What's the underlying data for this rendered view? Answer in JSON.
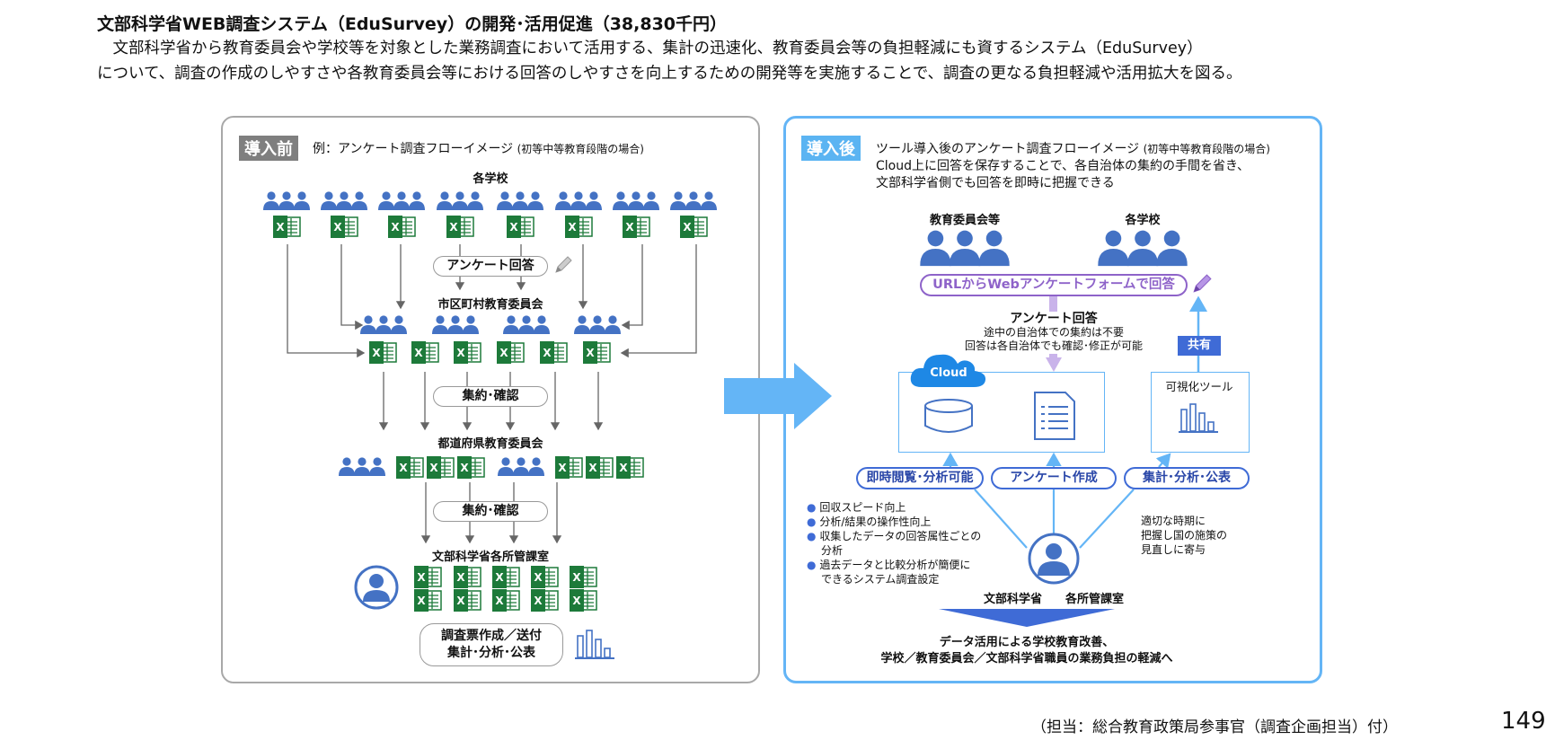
{
  "title": "文部科学省WEB調査システム（EduSurvey）の開発･活用促進（38,830千円）",
  "intro": {
    "line1": "　文部科学省から教育委員会や学校等を対象とした業務調査において活用する、集計の迅速化、教育委員会等の負担軽減にも資するシステム（EduSurvey）",
    "line2": "について、調査の作成のしやすさや各教育委員会等における回答のしやすさを向上するための開発等を実施することで、調査の更なる負担軽減や活用拡大を図る。"
  },
  "colors": {
    "person_blue": "#4472c4",
    "excel_green": "#1d7a3a",
    "before_badge": "#7f7f7f",
    "after_badge": "#5bb4f2",
    "arrow_blue": "#64b5f6",
    "pill_blue": "#3f6bd6",
    "purple": "#8e63c9"
  },
  "before": {
    "badge": "導入前",
    "caption_main": "例：アンケート調査フローイメージ",
    "caption_sub": "(初等中等教育段階の場合)",
    "schools_label": "各学校",
    "answer_pill": "アンケート回答",
    "city_board_label": "市区町村教育委員会",
    "aggregate_pill_1": "集約･確認",
    "pref_board_label": "都道府県教育委員会",
    "aggregate_pill_2": "集約･確認",
    "ministry_label": "文部科学省各所管課室",
    "final_pill_line1": "調査票作成／送付",
    "final_pill_line2": "集計･分析･公表",
    "icons": [
      "user-group-icon",
      "excel-icon",
      "pencil-icon",
      "user-icon",
      "bar-chart-icon"
    ]
  },
  "after": {
    "badge": "導入後",
    "caption_main": "ツール導入後のアンケート調査フローイメージ",
    "caption_sub": "(初等中等教育段階の場合)",
    "caption_line2": "Cloud上に回答を保存することで、各自治体の集約の手間を省き、",
    "caption_line3": "文部科学省側でも回答を即時に把握できる",
    "boards_label": "教育委員会等",
    "schools_label": "各学校",
    "url_pill": "URLからWebアンケートフォームで回答",
    "answer_title": "アンケート回答",
    "answer_note1": "途中の自治体での集約は不要",
    "answer_note2": "回答は各自治体でも確認･修正が可能",
    "cloud_label": "Cloud",
    "share_label": "共有",
    "viz_label": "可視化ツール",
    "pill_view": "即時閲覧･分析可能",
    "pill_create": "アンケート作成",
    "pill_stats": "集計･分析･公表",
    "benefits": [
      "回収スピード向上",
      "分析/結果の操作性向上",
      "収集したデータの回答属性ごとの",
      "分析",
      "過去データと比較分析が簡便に",
      "できるシステム調査設定"
    ],
    "right_note": [
      "適切な時期に",
      "把握し国の施策の",
      "見直しに寄与"
    ],
    "ministry_label": "文部科学省　　各所管課室",
    "conclusion_line1": "データ活用による学校教育改善、",
    "conclusion_line2": "学校／教育委員会／文部科学省職員の業務負担の軽減へ",
    "icons": [
      "cloud-icon",
      "database-icon",
      "checklist-icon",
      "bar-chart-icon",
      "user-icon",
      "pencil-icon"
    ]
  },
  "footer": {
    "contact": "（担当：総合教育政策局参事官（調査企画担当）付）",
    "page_number": "149"
  }
}
